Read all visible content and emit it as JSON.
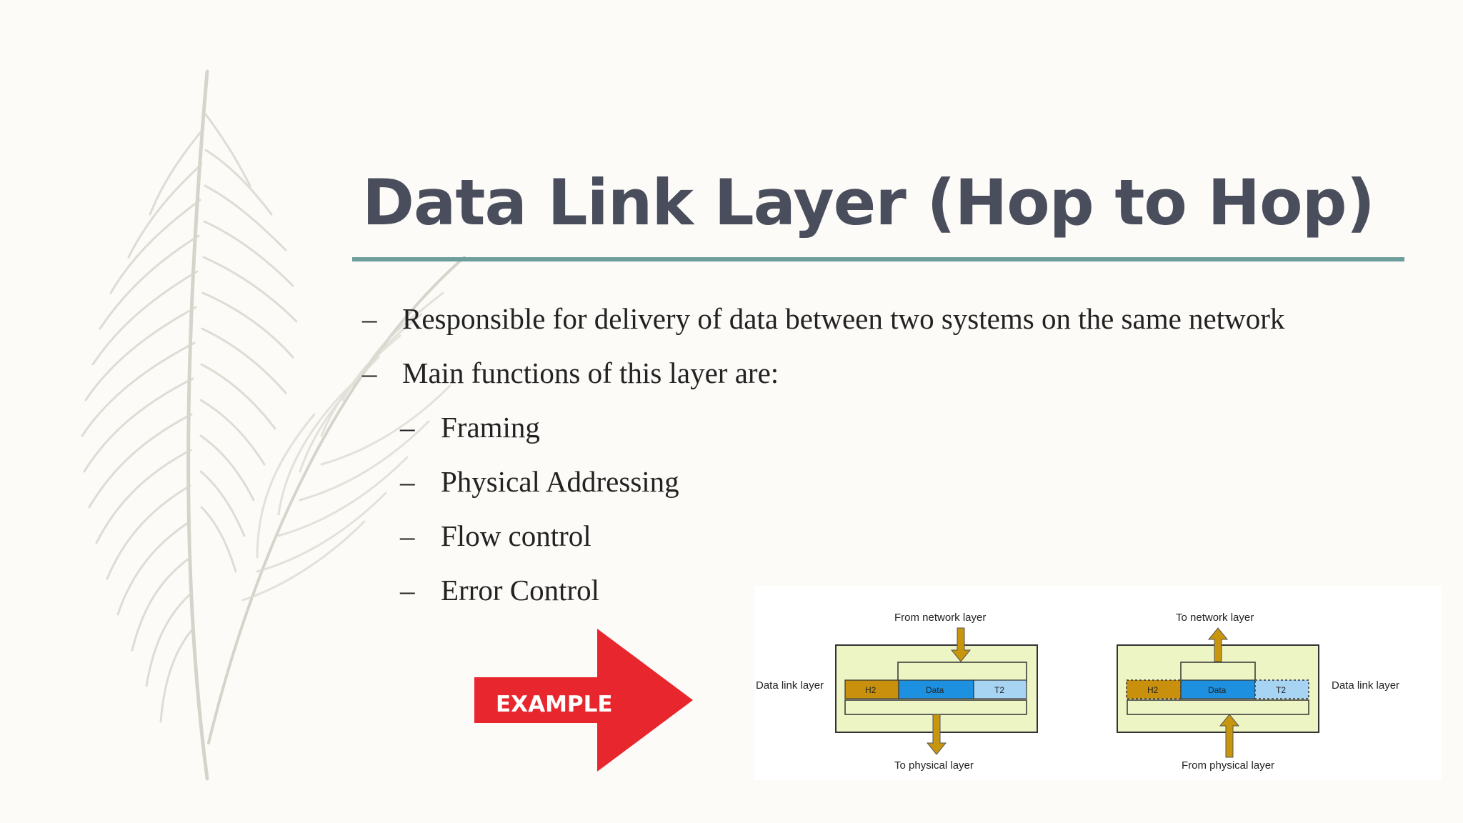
{
  "slide": {
    "title": "Data Link Layer (Hop to Hop)",
    "bullets": [
      {
        "level": 1,
        "dash": "–",
        "text": "Responsible for delivery of data between two systems on the same network"
      },
      {
        "level": 1,
        "dash": "–",
        "text": "Main functions of this layer are:"
      },
      {
        "level": 2,
        "dash": "–",
        "text": "Framing"
      },
      {
        "level": 2,
        "dash": "–",
        "text": "Physical Addressing"
      },
      {
        "level": 2,
        "dash": "–",
        "text": "Flow control"
      },
      {
        "level": 2,
        "dash": "–",
        "text": "Error Control"
      }
    ],
    "example_label": "EXAMPLE",
    "accent_colors": {
      "rule": "#6e9e9b",
      "title": "#4a4e5c",
      "arrow": "#e8262d"
    }
  },
  "diagram": {
    "sender": {
      "top_label": "From network layer",
      "side_label": "Data link layer",
      "bottom_label": "To physical layer",
      "h2": "H2",
      "data": "Data",
      "t2": "T2"
    },
    "receiver": {
      "top_label": "To network layer",
      "side_label": "Data link layer",
      "bottom_label": "From physical layer",
      "h2": "H2",
      "data": "Data",
      "t2": "T2"
    },
    "colors": {
      "box": "#eef5c4",
      "header": "#c8900c",
      "data": "#1e90e0",
      "trailer": "#a8d4f4",
      "arrow": "#c8960c"
    }
  }
}
